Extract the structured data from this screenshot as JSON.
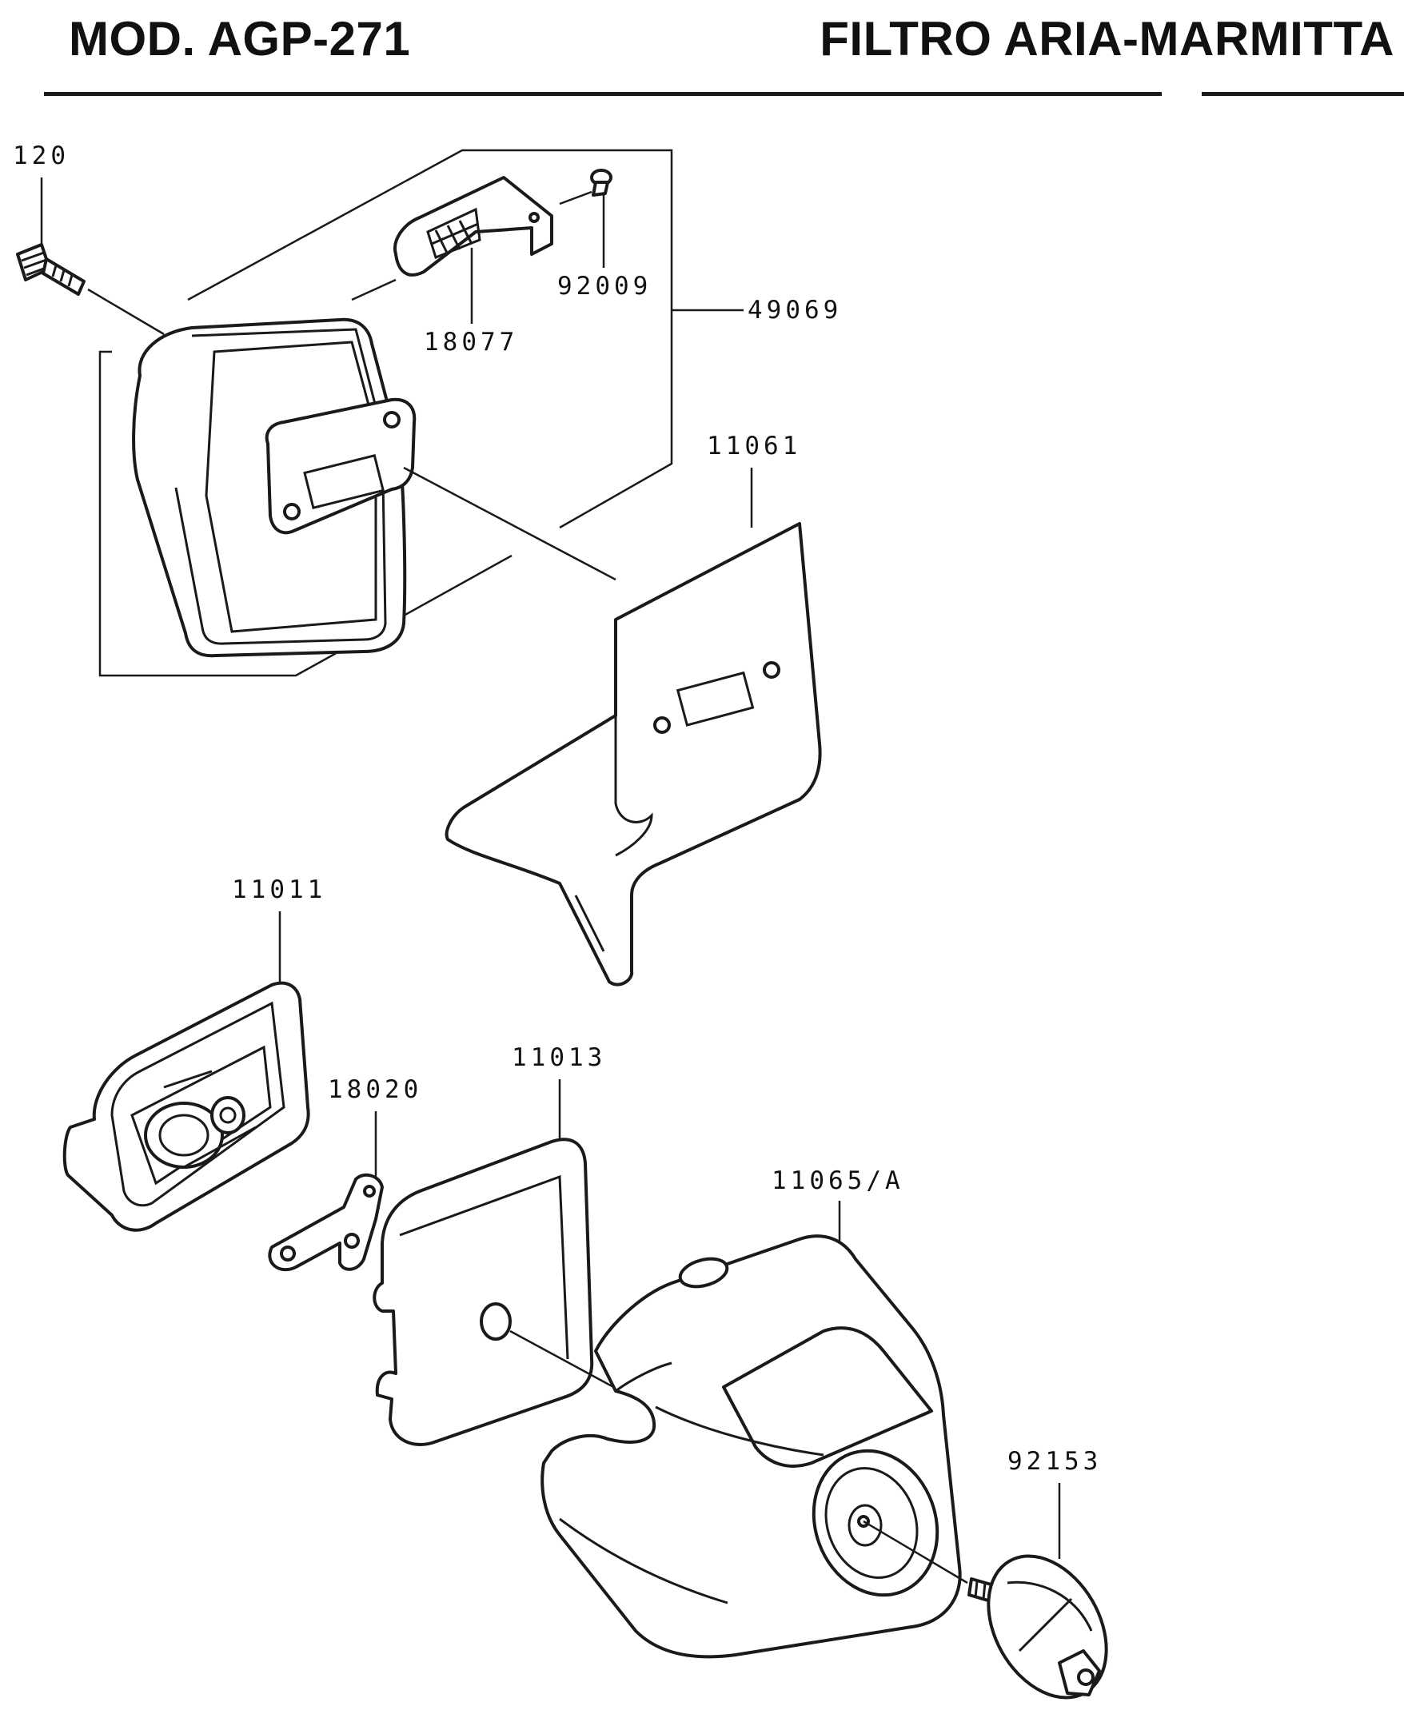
{
  "header": {
    "model": "MOD. AGP-271",
    "section": "FILTRO ARIA-MARMITTA"
  },
  "parts": {
    "p120": "120",
    "p92009": "92009",
    "p49069": "49069",
    "p18077": "18077",
    "p11061": "11061",
    "p11011": "11011",
    "p18020": "18020",
    "p11013": "11013",
    "p11065A": "11065/A",
    "p92153": "92153"
  }
}
